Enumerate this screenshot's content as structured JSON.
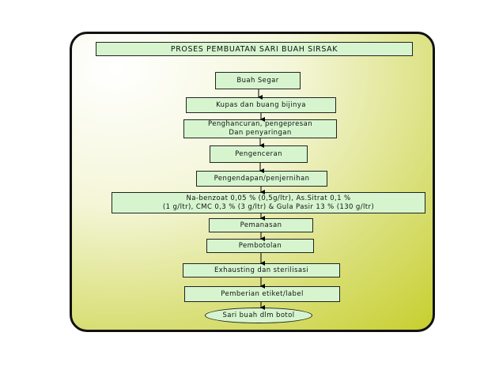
{
  "title": "PROSES PEMBUATAN SARI BUAH SIRSAK",
  "steps": [
    "Buah Segar",
    "Kupas dan buang bijinya",
    "Penghancuran, pengepresan\nDan penyaringan",
    "Pengenceran",
    "Pengendapan/penjernihan",
    "Na-benzoat 0,05 % (0,5g/ltr), As.Sitrat 0,1 %\n(1 g/ltr), CMC 0,3 % (3 g/ltr) & Gula Pasir 13 % (130 g/ltr)",
    "Pemanasan",
    "Pembotolan",
    "Exhausting dan sterilisasi",
    "Pemberian etiket/label",
    "Sari buah dlm botol"
  ],
  "colors": {
    "box_fill": "#d6f5cf",
    "slide_gradient_end": "#c7cf2e",
    "border": "#111111"
  }
}
